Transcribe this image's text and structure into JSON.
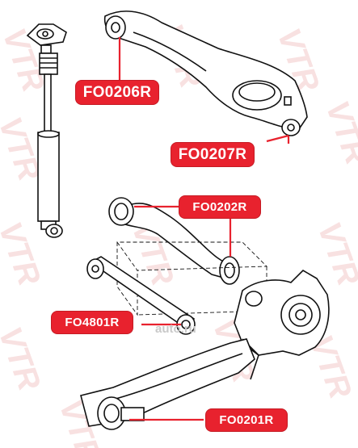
{
  "watermark_text": "VTR",
  "part_numbers": {
    "upper_arm": "FO0206R",
    "upper_arm_outer": "FO0207R",
    "curved_arm": "FO0202R",
    "straight_link": "FO4801R",
    "lower_arm": "FO0201R"
  },
  "bottom_watermark": "auto.ru",
  "colors": {
    "label_bg": "#e8222e",
    "label_text": "#ffffff",
    "watermark": "#f3c9c9"
  }
}
